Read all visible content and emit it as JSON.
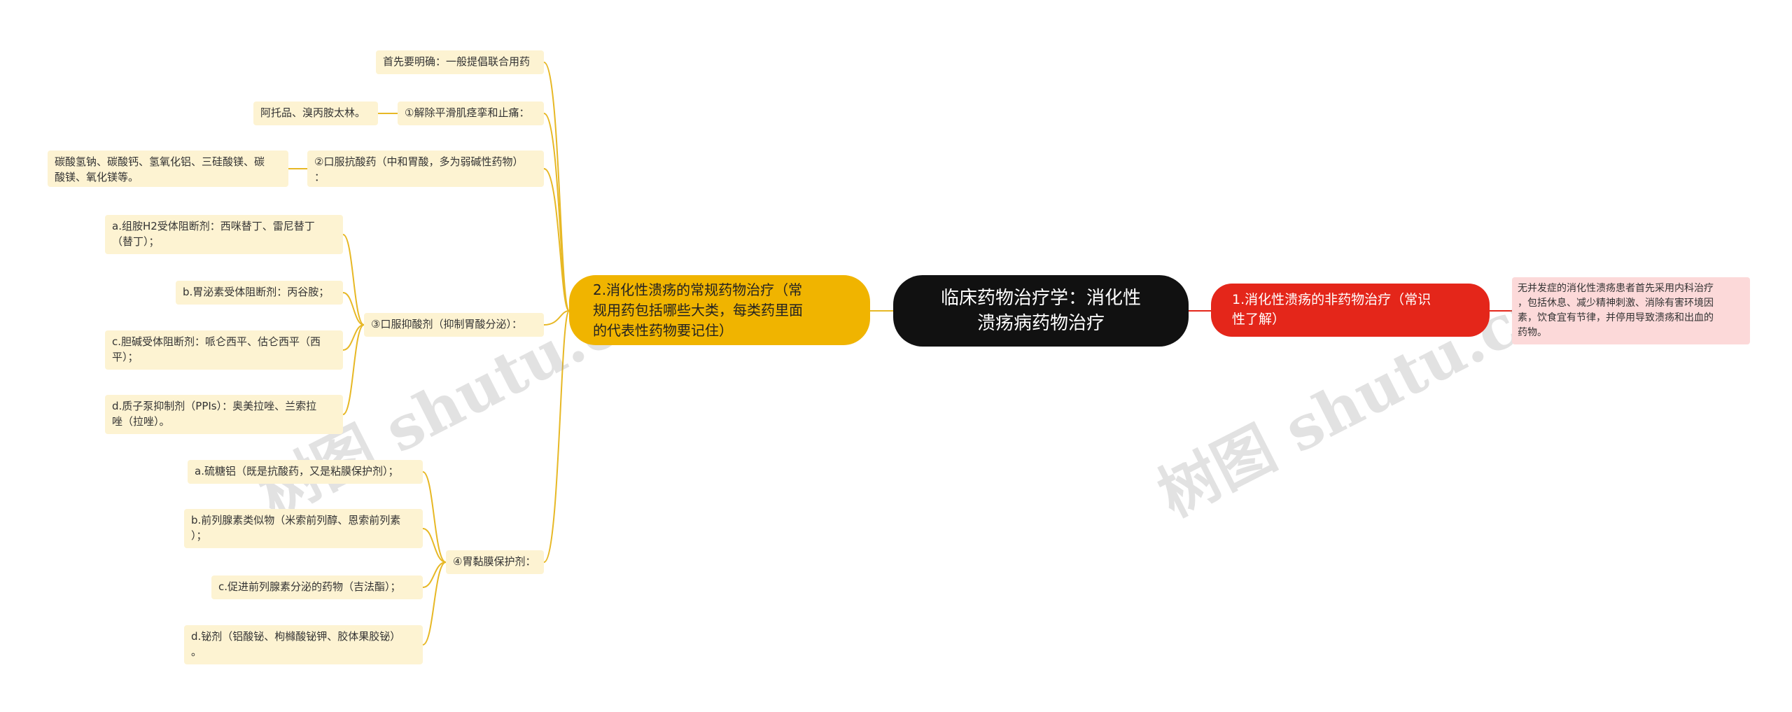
{
  "root": {
    "label": "临床药物治疗学：消化性\n溃疡病药物治疗"
  },
  "left_branch": {
    "label": "2.消化性溃疡的常规药物治疗（常\n规用药包括哪些大类，每类药里面\n的代表性药物要记住）"
  },
  "right_branch": {
    "label": "1.消化性溃疡的非药物治疗（常识\n性了解）"
  },
  "right_leaf": {
    "label": "无并发症的消化性溃疡患者首先采用内科治疗\n，包括休息、减少精神刺激、消除有害环境因\n素，饮食宜有节律，并停用导致溃疡和出血的\n药物。"
  },
  "left_nodes": {
    "n1": "首先要明确：一般提倡联合用药",
    "n2": "①解除平滑肌痉挛和止痛：",
    "n2a": "阿托品、溴丙胺太林。",
    "n3": "②口服抗酸药（中和胃酸，多为弱碱性药物）\n：",
    "n3a": "碳酸氢钠、碳酸钙、氢氧化铝、三硅酸镁、碳\n酸镁、氧化镁等。",
    "n4": "③口服抑酸剂（抑制胃酸分泌）：",
    "n4a": "a.组胺H2受体阻断剂：西咪替丁、雷尼替丁\n（替丁）；",
    "n4b": "b.胃泌素受体阻断剂：丙谷胺；",
    "n4c": "c.胆碱受体阻断剂：哌仑西平、估仑西平（西\n平）；",
    "n4d": "d.质子泵抑制剂（PPIs）：奥美拉唑、兰索拉\n唑（拉唑）。",
    "n5": "④胃黏膜保护剂：",
    "n5a": "a.硫糖铝（既是抗酸药，又是粘膜保护剂）；",
    "n5b": "b.前列腺素类似物（米索前列醇、恩索前列素\n）；",
    "n5c": "c.促进前列腺素分泌的药物（吉法酯）；",
    "n5d": "d.铋剂（铝酸铋、枸櫞酸铋钾、胶体果胶铋）\n。"
  },
  "colors": {
    "left_line": "#e7b825",
    "right_line": "#e4261a",
    "leaf_fill": "#fdf3d2",
    "root_fill": "#111111",
    "left_branch_fill": "#f0b400",
    "right_branch_fill": "#e4261a",
    "right_leaf_fill": "#fcd9d9"
  },
  "watermark": {
    "text": "树图 shutu.cn"
  }
}
